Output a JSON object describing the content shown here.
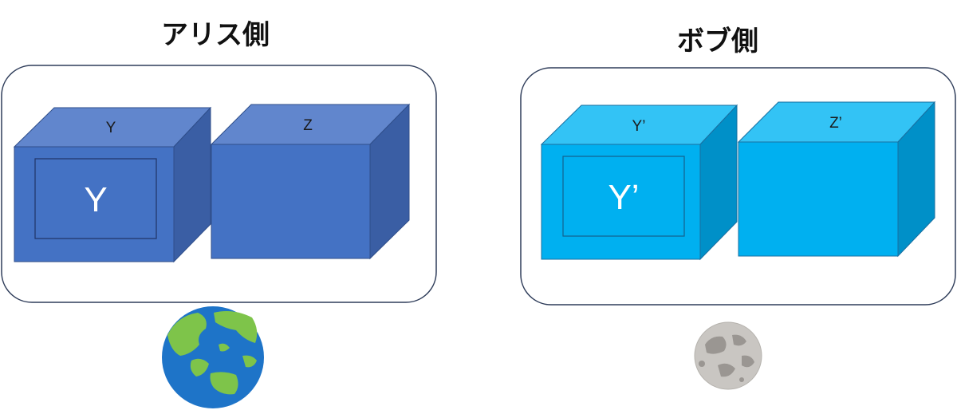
{
  "alice": {
    "title": "アリス側",
    "box_y_label": "Y",
    "box_z_label": "Z",
    "inner_label": "Y",
    "planet_icon": "earth-icon",
    "colors": {
      "front": "#4472c4",
      "top": "#6186cd",
      "side": "#3a5ea4",
      "stroke": "#2f4e8a"
    }
  },
  "bob": {
    "title": "ボブ側",
    "box_y_label": "Y’",
    "box_z_label": "Z’",
    "inner_label": "Y’",
    "planet_icon": "moon-icon",
    "colors": {
      "front": "#00b0f0",
      "top": "#33c3f5",
      "side": "#0090c8",
      "stroke": "#1a6fa0"
    }
  },
  "panel_border_color": "#2f3d5a"
}
